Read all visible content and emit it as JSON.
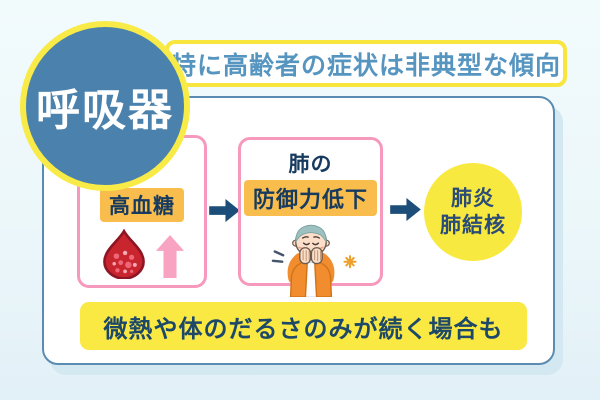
{
  "badge": {
    "label": "呼吸器"
  },
  "top_banner": {
    "text": "特に高齢者の症状は非典型な傾向"
  },
  "flow": {
    "step1": {
      "label": "高血糖",
      "icons": [
        "blood-drop-icon",
        "rising-arrow-icon"
      ]
    },
    "step2": {
      "line1": "肺の",
      "line2": "防御力低下",
      "icon": "coughing-person-illustration"
    },
    "arrow_icon": "right-arrow-icon",
    "result": {
      "line1": "肺炎",
      "line2": "肺結核"
    }
  },
  "bottom_banner": {
    "text": "微熱や体のだるさのみが続く場合も"
  },
  "colors": {
    "background_top": "#f2fbfc",
    "background_bottom": "#e2f0f7",
    "card_border": "#5a8cb3",
    "card_shadow": "#d4e8f2",
    "badge_fill": "#4a82ad",
    "badge_ring": "#f8ea47",
    "banner_border": "#f8e53d",
    "banner_text": "#5795c1",
    "pink_border": "#f799bd",
    "highlight_orange": "#f8bd4d",
    "navy_text": "#173a5f",
    "arrow_navy": "#1d4d79",
    "arrow_pink": "#f9a3c2",
    "blood_red": "#c8252f",
    "result_yellow": "#f8e940",
    "bottom_banner_yellow": "#fae843"
  }
}
